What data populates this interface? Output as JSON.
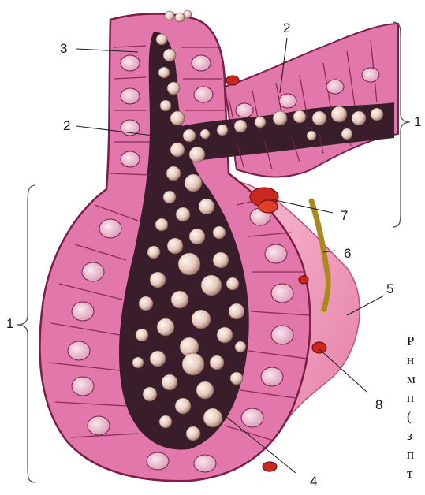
{
  "labels": {
    "l1_right": "1",
    "l1_left": "1",
    "l2_top": "2",
    "l2_left": "2",
    "l3": "3",
    "l4": "4",
    "l5": "5",
    "l6": "6",
    "l7": "7",
    "l8": "8"
  },
  "side_text": [
    "Р",
    "н",
    "м",
    "п",
    "(",
    "з",
    "п",
    "т"
  ],
  "colors": {
    "tissue": "#e277ab",
    "tissue_light": "#f3b6cf",
    "cell_border": "#7a1f48",
    "nucleus": "#f4d0dd",
    "lumen": "#3a1d2a",
    "granule": "#e8cfc4",
    "vessel": "#c8281e",
    "nerve": "#d8b33a",
    "capsule": "#f29ab9"
  }
}
